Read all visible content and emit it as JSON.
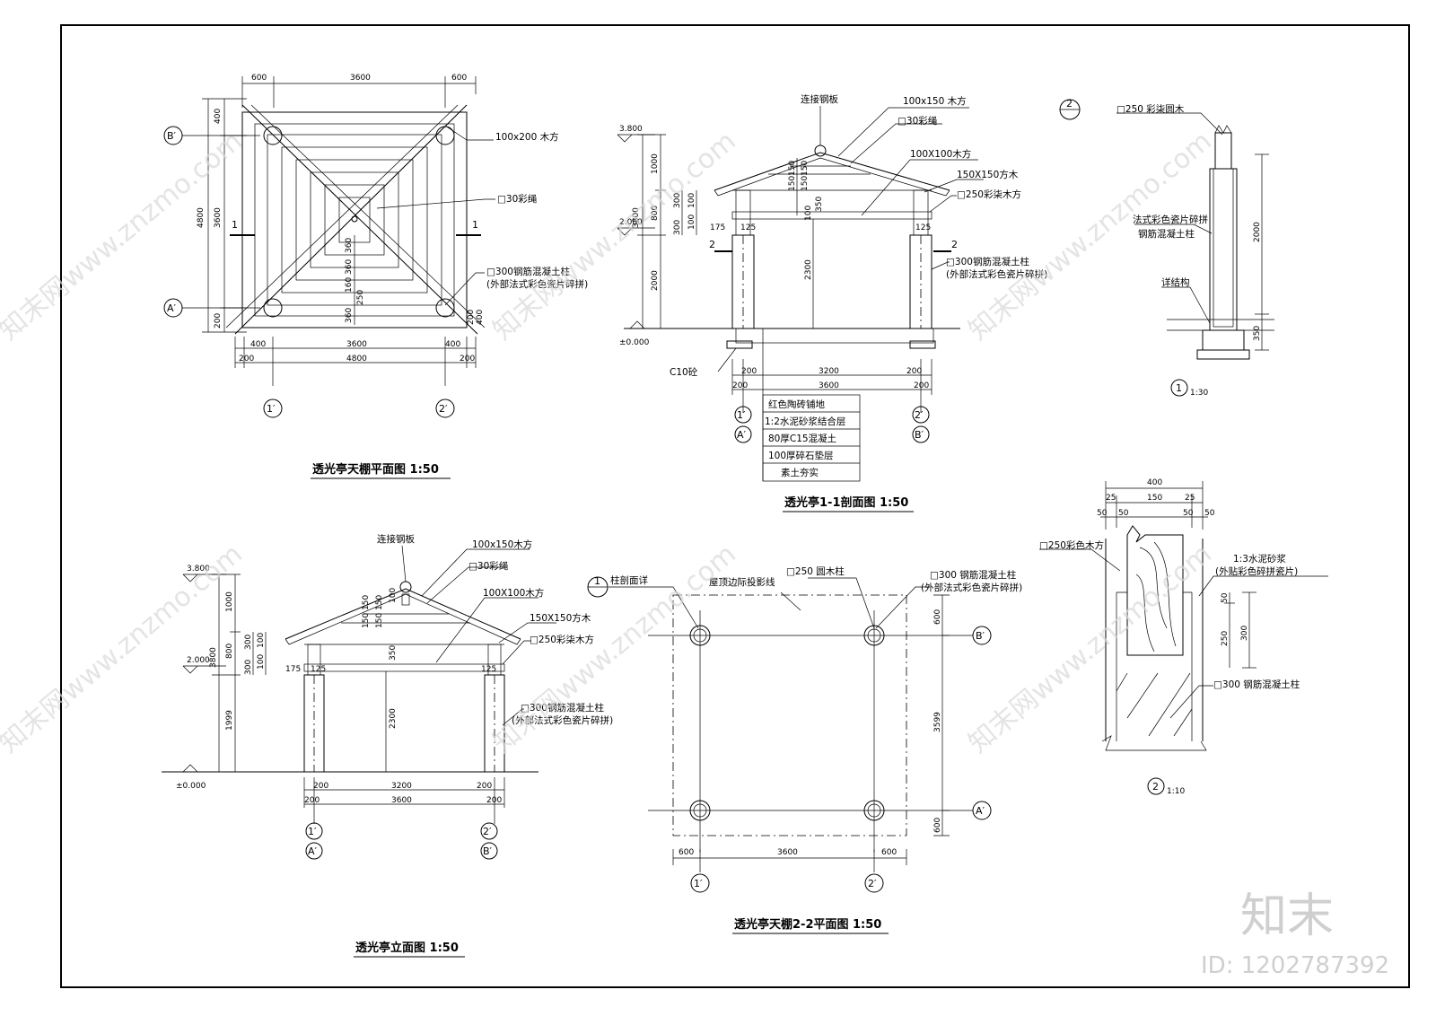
{
  "titles": {
    "plan": "透光亭天棚平面图 1:50",
    "section11": "透光亭1-1剖面图 1:50",
    "elevation": "透光亭立面图 1:50",
    "plan22": "透光亭天棚2-2平面图 1:50"
  },
  "plan": {
    "top_dims": [
      "600",
      "3600",
      "600"
    ],
    "bottom_dims_a": [
      "400",
      "3600",
      "400"
    ],
    "bottom_dims_b": [
      "200",
      "4800",
      "200"
    ],
    "left_outer": "4800",
    "left_inner": [
      "400",
      "3600",
      "200"
    ],
    "inner_dims": [
      "360",
      "360",
      "160",
      "250",
      "360"
    ],
    "inner_right_dims": [
      "400",
      "200"
    ],
    "axis_b": "B′",
    "axis_a": "A′",
    "axis_1": "1′",
    "axis_2": "2′",
    "cut_mark": "1",
    "labels": {
      "beam": "100x200 木方",
      "rope": "□30彩绳",
      "column_1": "□300钢筋混凝土柱",
      "column_2": "(外部法式彩色瓷片碎拼)"
    }
  },
  "section11": {
    "elev_top": "3.800",
    "elev_mid": "2.000",
    "elev_zero": "±0.000",
    "left_dims_outer": "3800",
    "left_dims": [
      "1000",
      "800",
      "2000"
    ],
    "small_dims": [
      "300",
      "300",
      "100",
      "100"
    ],
    "roof_dims": [
      "150",
      "150",
      "150",
      "150"
    ],
    "inner_dims": [
      "350",
      "100",
      "2300"
    ],
    "col_dims": [
      "175",
      "125",
      "125"
    ],
    "base_dims_a": [
      "200",
      "3200",
      "200"
    ],
    "base_dims_b": [
      "200",
      "3600",
      "200"
    ],
    "cut_mark": "2",
    "labels": {
      "plate": "连接钢板",
      "beam150": "100x150 木方",
      "rope": "□30彩绳",
      "beam100": "100X100木方",
      "square": "150X150方木",
      "wood250": "□250彩柒木方",
      "column_1": "□300钢筋混凝土柱",
      "column_2": "(外部法式彩色瓷片碎拼)",
      "c10": "C10砼"
    },
    "layers": [
      "红色陶砖铺地",
      "1:2水泥砂浆结合层",
      "80厚C15混凝土",
      "100厚碎石垫层",
      "素土夯实"
    ],
    "axis_1": "1′",
    "axis_a": "A′",
    "axis_2": "2′",
    "axis_b": "B′"
  },
  "detail1": {
    "mark": "2",
    "labels": {
      "wood": "□250 彩柒圆木",
      "tile": "法式彩色瓷片碎拼",
      "column": "钢筋混凝土柱",
      "struct": "详结构"
    },
    "dims": [
      "2000",
      "350"
    ],
    "scale_mark": "1",
    "scale": "1:30"
  },
  "elevation": {
    "elev_top": "3.800",
    "elev_mid": "2.000",
    "elev_zero": "±0.000",
    "left_dims_outer": "3800",
    "left_dims": [
      "1000",
      "800",
      "1999"
    ],
    "small_dims": [
      "300",
      "300",
      "100",
      "100"
    ],
    "roof_dims": [
      "150",
      "150",
      "150",
      "150",
      "100"
    ],
    "inner_dims": [
      "350",
      "2300"
    ],
    "col_dims": [
      "175",
      "125",
      "125"
    ],
    "base_dims_a": [
      "200",
      "3200",
      "200"
    ],
    "base_dims_b": [
      "200",
      "3600",
      "200"
    ],
    "labels": {
      "plate": "连接钢板",
      "beam150": "100x150木方",
      "rope": "□30彩绳",
      "beam100": "100X100木方",
      "square": "150X150方木",
      "wood250": "□250彩柒木方",
      "column_1": "□300钢筋混凝土柱",
      "column_2": "(外部法式彩色瓷片碎拼)"
    },
    "axis_1": "1′",
    "axis_a": "A′",
    "axis_2": "2′",
    "axis_b": "B′"
  },
  "plan22": {
    "labels": {
      "detail_ref": "柱剖面详",
      "roof_edge": "屋顶边际投影线",
      "round": "□250 圆木柱",
      "column_1": "□300 钢筋混凝土柱",
      "column_2": "(外部法式彩色瓷片碎拼)"
    },
    "detail_mark": "1",
    "right_dims": [
      "600",
      "3599",
      "600"
    ],
    "bottom_dims": [
      "600",
      "3600",
      "600"
    ],
    "axis_b": "B′",
    "axis_a": "A′",
    "axis_1": "1′",
    "axis_2": "2′"
  },
  "detail2": {
    "top_dim": "400",
    "mid_dims": [
      "25",
      "150",
      "25"
    ],
    "low_dims": [
      "50",
      "50",
      "50",
      "50"
    ],
    "labels": {
      "wood": "□250彩色木方",
      "mortar_1": "1:3水泥砂浆",
      "mortar_2": "(外贴彩色碎拼瓷片)",
      "column": "□300 钢筋混凝土柱"
    },
    "right_dims": [
      "50",
      "250",
      "300"
    ],
    "scale_mark": "2",
    "scale": "1:10"
  },
  "watermark": {
    "text": "知末网www.znzmo.com",
    "logo": "知末",
    "id": "ID: 1202787392"
  }
}
